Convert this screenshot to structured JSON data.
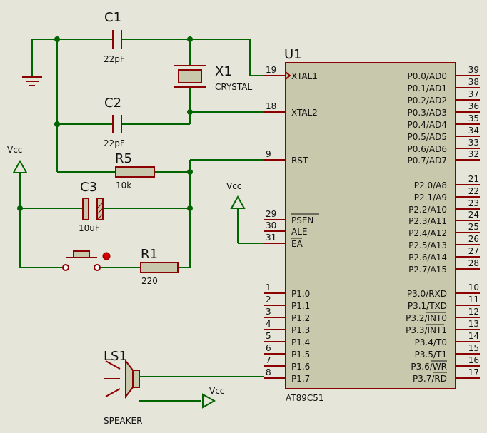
{
  "chip": {
    "ref": "U1",
    "part": "AT89C51",
    "left_pins": [
      {
        "num": "19",
        "name": "XTAL1"
      },
      {
        "num": "18",
        "name": "XTAL2"
      },
      {
        "num": "9",
        "name": "RST"
      },
      {
        "num": "29",
        "name": "PSEN"
      },
      {
        "num": "30",
        "name": "ALE"
      },
      {
        "num": "31",
        "name": "EA"
      },
      {
        "num": "1",
        "name": "P1.0"
      },
      {
        "num": "2",
        "name": "P1.1"
      },
      {
        "num": "3",
        "name": "P1.2"
      },
      {
        "num": "4",
        "name": "P1.3"
      },
      {
        "num": "5",
        "name": "P1.4"
      },
      {
        "num": "6",
        "name": "P1.5"
      },
      {
        "num": "7",
        "name": "P1.6"
      },
      {
        "num": "8",
        "name": "P1.7"
      }
    ],
    "right_pins": [
      {
        "num": "39",
        "name": "P0.0/AD0"
      },
      {
        "num": "38",
        "name": "P0.1/AD1"
      },
      {
        "num": "37",
        "name": "P0.2/AD2"
      },
      {
        "num": "36",
        "name": "P0.3/AD3"
      },
      {
        "num": "35",
        "name": "P0.4/AD4"
      },
      {
        "num": "34",
        "name": "P0.5/AD5"
      },
      {
        "num": "33",
        "name": "P0.6/AD6"
      },
      {
        "num": "32",
        "name": "P0.7/AD7"
      },
      {
        "num": "21",
        "name": "P2.0/A8"
      },
      {
        "num": "22",
        "name": "P2.1/A9"
      },
      {
        "num": "23",
        "name": "P2.2/A10"
      },
      {
        "num": "24",
        "name": "P2.3/A11"
      },
      {
        "num": "25",
        "name": "P2.4/A12"
      },
      {
        "num": "26",
        "name": "P2.5/A13"
      },
      {
        "num": "27",
        "name": "P2.6/A14"
      },
      {
        "num": "28",
        "name": "P2.7/A15"
      },
      {
        "num": "10",
        "name": "P3.0/RXD"
      },
      {
        "num": "11",
        "name": "P3.1/TXD"
      },
      {
        "num": "12",
        "name": "P3.2/INT0"
      },
      {
        "num": "13",
        "name": "P3.3/INT1"
      },
      {
        "num": "14",
        "name": "P3.4/T0"
      },
      {
        "num": "15",
        "name": "P3.5/T1"
      },
      {
        "num": "16",
        "name": "P3.6/WR"
      },
      {
        "num": "17",
        "name": "P3.7/RD"
      }
    ]
  },
  "components": {
    "c1": {
      "ref": "C1",
      "value": "22pF"
    },
    "c2": {
      "ref": "C2",
      "value": "22pF"
    },
    "x1": {
      "ref": "X1",
      "value": "CRYSTAL"
    },
    "r5": {
      "ref": "R5",
      "value": "10k"
    },
    "c3": {
      "ref": "C3",
      "value": "10uF"
    },
    "r1": {
      "ref": "R1",
      "value": "220"
    },
    "ls1": {
      "ref": "LS1",
      "value": "SPEAKER"
    }
  },
  "power": {
    "vcc_left": "Vcc",
    "vcc_mid": "Vcc",
    "vcc_speaker": "Vcc"
  },
  "colors": {
    "wire": "#006400",
    "part": "#8b0000",
    "chip_fill": "#c8c8ad",
    "background": "#e6e5d9"
  }
}
